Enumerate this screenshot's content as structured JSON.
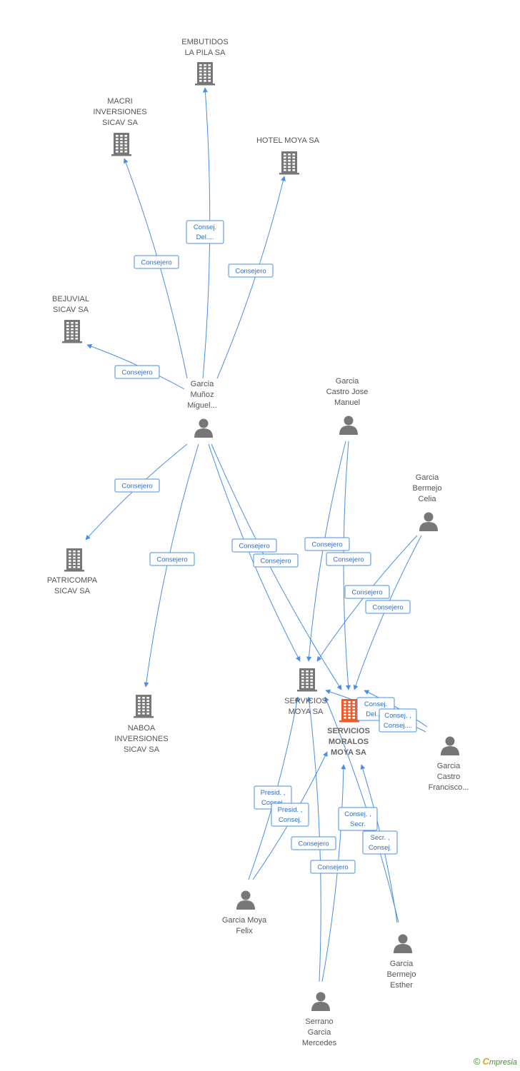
{
  "colors": {
    "edge": "#4a8fe0",
    "company": "#777777",
    "focus_company": "#f05a28",
    "person": "#777777"
  },
  "nodes": [
    {
      "id": "embutidos",
      "kind": "company",
      "lines": [
        "EMBUTIDOS",
        "LA PILA SA"
      ]
    },
    {
      "id": "macri",
      "kind": "company",
      "lines": [
        "MACRI",
        "INVERSIONES",
        "SICAV SA"
      ]
    },
    {
      "id": "hotel",
      "kind": "company",
      "lines": [
        "HOTEL MOYA SA"
      ]
    },
    {
      "id": "bejuvial",
      "kind": "company",
      "lines": [
        "BEJUVIAL",
        "SICAV SA"
      ]
    },
    {
      "id": "patricompa",
      "kind": "company",
      "lines": [
        "PATRICOMPA",
        "SICAV SA"
      ]
    },
    {
      "id": "naboa",
      "kind": "company",
      "lines": [
        "NABOA",
        "INVERSIONES",
        "SICAV SA"
      ]
    },
    {
      "id": "servicios",
      "kind": "company",
      "lines": [
        "SERVICIOS",
        "MOYA SA"
      ]
    },
    {
      "id": "moralos",
      "kind": "focus",
      "lines": [
        "SERVICIOS",
        "MORALOS",
        "MOYA SA"
      ]
    },
    {
      "id": "miguel",
      "kind": "person",
      "lines": [
        "Garcia",
        "Muñoz",
        "Miguel..."
      ]
    },
    {
      "id": "josemanuel",
      "kind": "person",
      "lines": [
        "Garcia",
        "Castro Jose",
        "Manuel"
      ]
    },
    {
      "id": "celia",
      "kind": "person",
      "lines": [
        "Garcia",
        "Bermejo",
        "Celia"
      ]
    },
    {
      "id": "francisco",
      "kind": "person",
      "lines": [
        "Garcia",
        "Castro",
        "Francisco..."
      ]
    },
    {
      "id": "felix",
      "kind": "person",
      "lines": [
        "Garcia Moya",
        "Felix"
      ]
    },
    {
      "id": "esther",
      "kind": "person",
      "lines": [
        "Garcia",
        "Bermejo",
        "Esther"
      ]
    },
    {
      "id": "mercedes",
      "kind": "person",
      "lines": [
        "Serrano",
        "Garcia",
        "Mercedes"
      ]
    }
  ],
  "edges": [
    {
      "from": "miguel",
      "to": "embutidos",
      "label": [
        "Consej.",
        "Del...."
      ]
    },
    {
      "from": "miguel",
      "to": "macri",
      "label": [
        "Consejero"
      ]
    },
    {
      "from": "miguel",
      "to": "hotel",
      "label": [
        "Consejero"
      ]
    },
    {
      "from": "miguel",
      "to": "bejuvial",
      "label": [
        "Consejero"
      ]
    },
    {
      "from": "miguel",
      "to": "patricompa",
      "label": [
        "Consejero"
      ]
    },
    {
      "from": "miguel",
      "to": "naboa",
      "label": [
        "Consejero"
      ]
    },
    {
      "from": "miguel",
      "to": "servicios",
      "label": [
        "Consejero"
      ]
    },
    {
      "from": "miguel",
      "to": "moralos",
      "label": [
        "Consejero"
      ]
    },
    {
      "from": "josemanuel",
      "to": "servicios",
      "label": [
        "Consejero"
      ]
    },
    {
      "from": "josemanuel",
      "to": "moralos",
      "label": [
        "Consejero"
      ]
    },
    {
      "from": "celia",
      "to": "servicios",
      "label": [
        "Consejero"
      ]
    },
    {
      "from": "celia",
      "to": "moralos",
      "label": [
        "Consejero"
      ]
    },
    {
      "from": "francisco",
      "to": "servicios",
      "label": [
        "Consej.",
        "Del.,..."
      ]
    },
    {
      "from": "francisco",
      "to": "moralos",
      "label": [
        "Consej. ,",
        "Consej...."
      ]
    },
    {
      "from": "felix",
      "to": "servicios",
      "label": [
        "Presid. ,",
        "Consej."
      ]
    },
    {
      "from": "felix",
      "to": "moralos",
      "label": [
        "Presid. ,",
        "Consej."
      ]
    },
    {
      "from": "mercedes",
      "to": "servicios",
      "label": [
        "Consejero"
      ]
    },
    {
      "from": "mercedes",
      "to": "moralos",
      "label": [
        "Consejero"
      ]
    },
    {
      "from": "esther",
      "to": "servicios",
      "label": [
        "Consej. ,",
        "Secr."
      ]
    },
    {
      "from": "esther",
      "to": "moralos",
      "label": [
        "Secr. ,",
        "Consej."
      ]
    }
  ],
  "footer": {
    "copyright": "©",
    "brand_initial": "C",
    "brand_rest": "mpresia"
  }
}
